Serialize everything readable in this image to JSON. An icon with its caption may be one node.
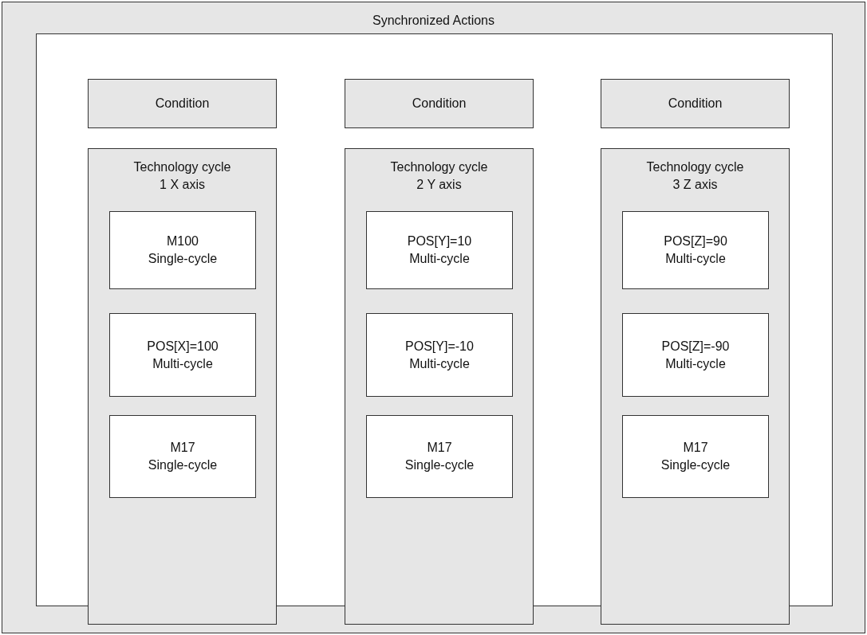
{
  "diagram": {
    "nodes": [
      {
        "text": [
          "Synchronized Actions"
        ]
      },
      {
        "text": [],
        "shape": "box",
        "in": 0
      },
      {
        "text": [
          "Condition"
        ],
        "in": 1
      },
      {
        "text": [
          "Condition"
        ],
        "in": 1
      },
      {
        "text": [
          "Condition"
        ],
        "in": 1
      },
      {
        "text": [
          "Technology cycle 1 X axis"
        ],
        "in": 1
      },
      {
        "text": [
          "M100 Single-cycle"
        ],
        "in": 5
      },
      {
        "text": [
          "POS[X]=100 Multi-cycle"
        ],
        "in": 5
      },
      {
        "text": [
          "M17 Single-cycle"
        ],
        "in": 5
      },
      {
        "text": [
          "Technology cycle 2 Y axis"
        ],
        "in": 1
      },
      {
        "text": [
          "POS[Y]=10 Multi-cycle"
        ],
        "in": 9
      },
      {
        "text": [
          "POS[Y]=-10 Multi-cycle"
        ],
        "in": 9
      },
      {
        "text": [
          "M17 Single-cycle"
        ],
        "in": 9
      },
      {
        "text": [
          "Technology cycle 3 Z axis"
        ],
        "in": 1
      },
      {
        "text": [
          "POS[Z]=90 Multi-cycle"
        ],
        "in": 13
      },
      {
        "text": [
          "POS[Z]=-90 Multi-cycle"
        ],
        "in": 13
      },
      {
        "text": [
          "M17 Single-cycle"
        ],
        "in": 13
      }
    ]
  }
}
